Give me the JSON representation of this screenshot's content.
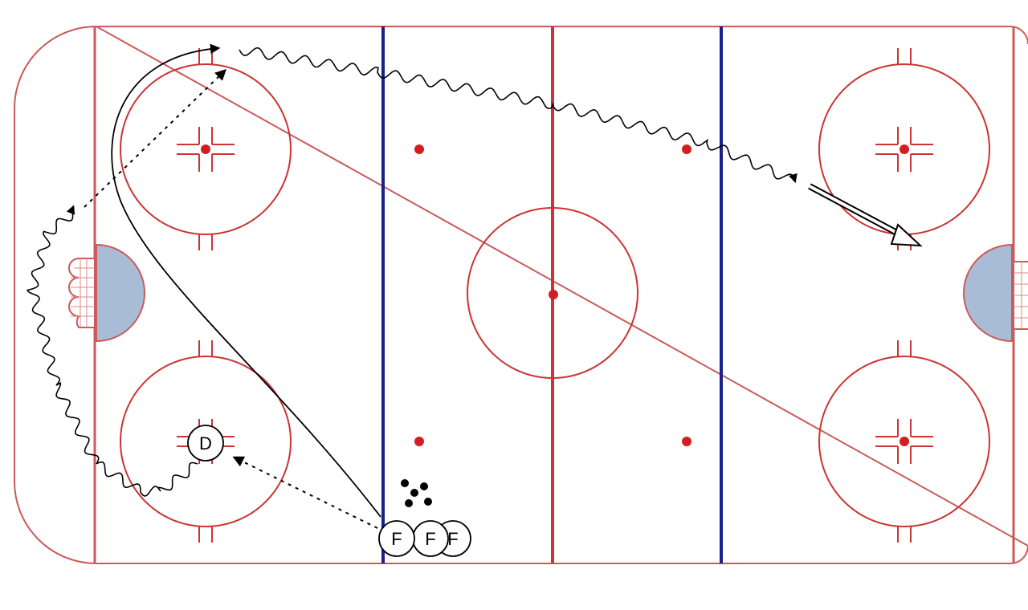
{
  "players": [
    {
      "id": "defense",
      "label": "D"
    },
    {
      "id": "forward-1",
      "label": "F"
    },
    {
      "id": "forward-2",
      "label": "F"
    },
    {
      "id": "forward-3",
      "label": "F"
    }
  ],
  "colors": {
    "board": "#cc5a5a",
    "red_line": "#cc3333",
    "blue_line": "#1a1f8c",
    "crease": "#a9bcd6",
    "ink": "#000000",
    "dot": "#d11f1f"
  }
}
